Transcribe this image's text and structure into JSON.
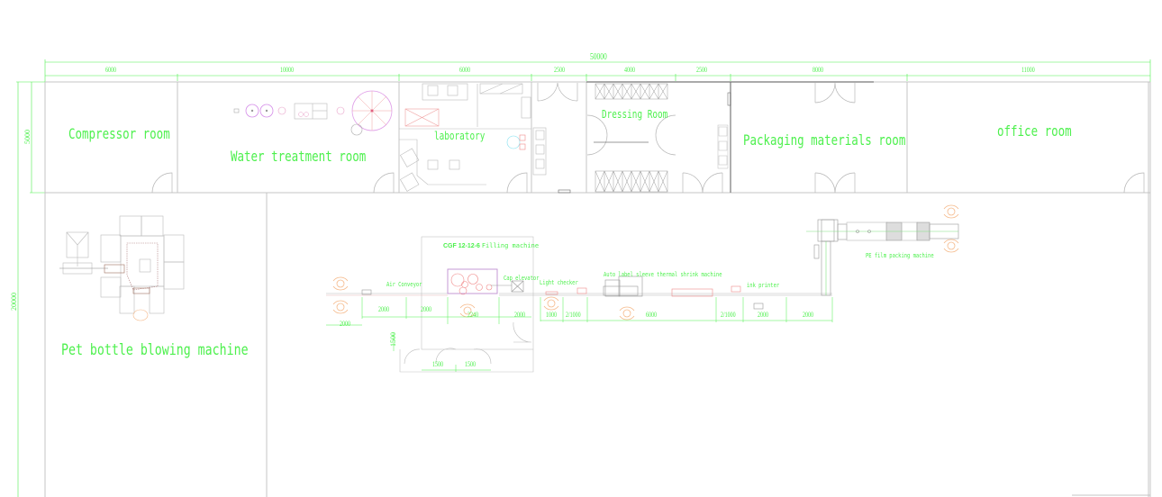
{
  "drawing": {
    "type": "factory-floor-plan",
    "colors": {
      "dimension": "#4df04d",
      "label": "#4df04d",
      "wall": "#b8b8b8",
      "equipment": "#a8a8a8",
      "pink_equipment": "#e8a0c8",
      "red_equipment": "#f08a8a",
      "operator_icon": "#f5b98a",
      "filler_frame": "#c090d0",
      "cyan": "#80e0f0"
    },
    "overall_width": "50000",
    "overall_height": "20000",
    "top_row_height": "5000",
    "top_dimensions": [
      "6000",
      "10000",
      "6000",
      "2500",
      "4000",
      "2500",
      "8000",
      "11000"
    ],
    "rooms": [
      {
        "name": "Compressor   room"
      },
      {
        "name": "Water treatment   room"
      },
      {
        "name": "laboratory"
      },
      {
        "name": "Dressing Room"
      },
      {
        "name": "Packaging materials room"
      },
      {
        "name": "office room"
      }
    ],
    "production_area": {
      "blowing_machine_label": "Pet bottle blowing machine",
      "machines": [
        {
          "name": "Air Conveyor"
        },
        {
          "model": "CGF 12-12-6",
          "name": "Filling machine"
        },
        {
          "name": "Cap elevator"
        },
        {
          "name": "Light checker"
        },
        {
          "name": "Auto label sleeve thermal shrink machine"
        },
        {
          "name": "ink printer"
        },
        {
          "name": "PE film packing machine"
        }
      ],
      "line_dimensions": [
        "2000",
        "2000",
        "2000",
        "2240",
        "2000",
        "1000",
        "2/1000",
        "6000",
        "2/1000",
        "2000",
        "2000"
      ],
      "airlock_dimensions": {
        "height": "1500",
        "widths": [
          "1500",
          "1500"
        ]
      }
    }
  }
}
